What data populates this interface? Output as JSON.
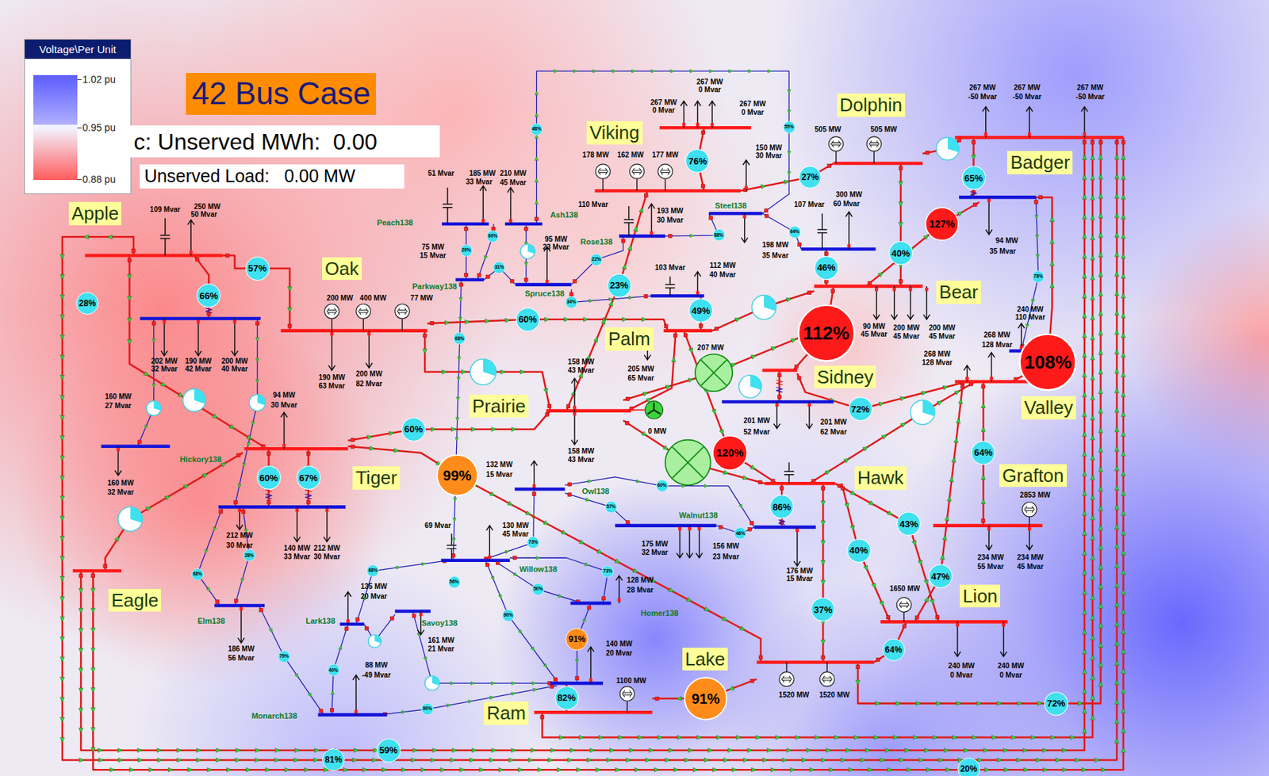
{
  "diagram": {
    "title": "42 Bus Case",
    "nodes": [
      {
        "text": [
          "c: Unserved MWh:  0.00"
        ]
      },
      {
        "text": [
          "Unserved Load:   0.00 MW"
        ]
      },
      {
        "text": [
          "Apple"
        ]
      },
      {
        "text": [
          "Viking"
        ]
      },
      {
        "text": [
          "Dolphin"
        ]
      },
      {
        "text": [
          "Badger"
        ]
      },
      {
        "text": [
          "Oak"
        ]
      },
      {
        "text": [
          "Bear"
        ]
      },
      {
        "text": [
          "Palm"
        ]
      },
      {
        "text": [
          "Sidney"
        ]
      },
      {
        "text": [
          "Prairie"
        ]
      },
      {
        "text": [
          "Valley"
        ]
      },
      {
        "text": [
          "Grafton"
        ]
      },
      {
        "text": [
          "Tiger"
        ]
      },
      {
        "text": [
          "Hawk"
        ]
      },
      {
        "text": [
          "Lion"
        ]
      },
      {
        "text": [
          "Eagle"
        ]
      },
      {
        "text": [
          "Lake"
        ]
      },
      {
        "text": [
          "Ram"
        ]
      },
      {
        "text": [
          "57%"
        ]
      },
      {
        "text": [
          "66%"
        ]
      },
      {
        "text": [
          "28%"
        ]
      },
      {
        "text": [
          "60%"
        ]
      },
      {
        "text": [
          "23%"
        ]
      },
      {
        "text": [
          "49%"
        ]
      },
      {
        "text": [
          "76%"
        ]
      },
      {
        "text": [
          "27%"
        ]
      },
      {
        "text": [
          "65%"
        ]
      },
      {
        "text": [
          "127%"
        ]
      },
      {
        "text": [
          "40%"
        ]
      },
      {
        "text": [
          "46%"
        ]
      },
      {
        "text": [
          "112%"
        ]
      },
      {
        "text": [
          "108%"
        ]
      },
      {
        "text": [
          "72%"
        ]
      },
      {
        "text": [
          "60%"
        ]
      },
      {
        "text": [
          "120%"
        ]
      },
      {
        "text": [
          "64%"
        ]
      },
      {
        "text": [
          "99%"
        ]
      },
      {
        "text": [
          "60%"
        ]
      },
      {
        "text": [
          "67%"
        ]
      },
      {
        "text": [
          "86%"
        ]
      },
      {
        "text": [
          "43%"
        ]
      },
      {
        "text": [
          "40%"
        ]
      },
      {
        "text": [
          "47%"
        ]
      },
      {
        "text": [
          "37%"
        ]
      },
      {
        "text": [
          "91%"
        ]
      },
      {
        "text": [
          "64%"
        ]
      },
      {
        "text": [
          "82%"
        ]
      },
      {
        "text": [
          "91%"
        ]
      },
      {
        "text": [
          "72%"
        ]
      },
      {
        "text": [
          "59%"
        ]
      },
      {
        "text": [
          "81%"
        ]
      },
      {
        "text": [
          "20%"
        ]
      },
      {
        "text": [
          "48%"
        ]
      },
      {
        "text": [
          "55%"
        ]
      },
      {
        "text": [
          "60%"
        ]
      },
      {
        "text": [
          "29%"
        ]
      },
      {
        "text": [
          "31%"
        ]
      },
      {
        "text": [
          "22%"
        ]
      },
      {
        "text": [
          "64%"
        ]
      },
      {
        "text": [
          "88%"
        ]
      },
      {
        "text": [
          "78%"
        ]
      },
      {
        "text": [
          "34%"
        ]
      },
      {
        "text": [
          "68%"
        ]
      },
      {
        "text": [
          "60%"
        ]
      },
      {
        "text": [
          "57%"
        ]
      },
      {
        "text": [
          "46%"
        ]
      },
      {
        "text": [
          "73%"
        ]
      },
      {
        "text": [
          "28%"
        ]
      },
      {
        "text": [
          "68%"
        ]
      },
      {
        "text": [
          "68%"
        ]
      },
      {
        "text": [
          "73%"
        ]
      },
      {
        "text": [
          "56%"
        ]
      },
      {
        "text": [
          "50%"
        ]
      },
      {
        "text": [
          "90%"
        ]
      },
      {
        "text": [
          "79%"
        ]
      },
      {
        "text": [
          "40%"
        ]
      },
      {
        "text": [
          "90%"
        ]
      }
    ],
    "labels": [
      "Voltage\\Per Unit",
      "109 Mvar",
      "250 MW",
      "50 Mvar",
      "202 MW",
      "32 Mvar",
      "190 MW",
      "42 Mvar",
      "200 MW",
      "40 Mvar",
      "160 MW",
      "27 Mvar",
      "160 MW",
      "32 Mvar",
      "Hickory138",
      "94 MW",
      "30 Mvar",
      "212 MW",
      "30 Mvar",
      "140 MW",
      "33 Mvar",
      "212 MW",
      "30 Mvar",
      "Elm138",
      "186 MW",
      "56 Mvar",
      "Lark138",
      "135 MW",
      "20 Mvar",
      "Savoy138",
      "161 MW",
      "21 Mvar",
      "88 MW",
      "-49 Mvar",
      "Monarch138",
      "200 MW",
      "400 MW",
      "77 MW",
      "190 MW",
      "63 Mvar",
      "200 MW",
      "82 Mvar",
      "51 Mvar",
      "185 MW",
      "33 Mvar",
      "210 MW",
      "45 Mvar",
      "Peach138",
      "Ash138",
      "75 MW",
      "15 Mvar",
      "95 MW",
      "23 Mvar",
      "Rose138",
      "Parkway138",
      "Spruce138",
      "267 MW",
      "0 Mvar",
      "267 MW",
      "0 Mvar",
      "267 MW",
      "0 Mvar",
      "178 MW",
      "162 MW",
      "177 MW",
      "150 MW",
      "30 Mvar",
      "110 Mvar",
      "193 MW",
      "30 Mvar",
      "Steel138",
      "103 Mvar",
      "112 MW",
      "40 Mvar",
      "198 MW",
      "35 Mvar",
      "505 MW",
      "505 MW",
      "107 Mvar",
      "300 MW",
      "60 Mvar",
      "267 MW",
      "-50 Mvar",
      "267 MW",
      "-50 Mvar",
      "267 MW",
      "-50 Mvar",
      "94 MW",
      "35 Mvar",
      "90 MW",
      "45 Mvar",
      "200 MW",
      "45 Mvar",
      "200 MW",
      "45 Mvar",
      "240 MW",
      "110 Mvar",
      "268 MW",
      "128 Mvar",
      "268 MW",
      "128 Mvar",
      "158 MW",
      "43 Mvar",
      "205 MW",
      "65 Mvar",
      "207 MW",
      "0 MW",
      "158 MW",
      "43 Mvar",
      "201 MW",
      "52 Mvar",
      "201 MW",
      "62 Mvar",
      "132 MW",
      "15 Mvar",
      "Owl138",
      "Walnut138",
      "175 MW",
      "32 Mvar",
      "156 MW",
      "23 Mvar",
      "176 MW",
      "15 Mvar",
      "69 Mvar",
      "130 MW",
      "45 Mvar",
      "Willow138",
      "128 MW",
      "28 Mvar",
      "Homer138",
      "140 MW",
      "20 Mvar",
      "1100 MW",
      "2853 MW",
      "234 MW",
      "55 Mvar",
      "234 MW",
      "45 Mvar",
      "1650 MW",
      "240 MW",
      "0 Mvar",
      "240 MW",
      "0 Mvar",
      "1520 MW",
      "1520 MW"
    ],
    "legend": [
      {
        "text": "1.02 pu",
        "color": "#5c5cff"
      },
      {
        "text": "0.95 pu",
        "color": "#f2f2ff"
      },
      {
        "text": "0.88 pu",
        "color": "#ff5c5c"
      }
    ]
  }
}
